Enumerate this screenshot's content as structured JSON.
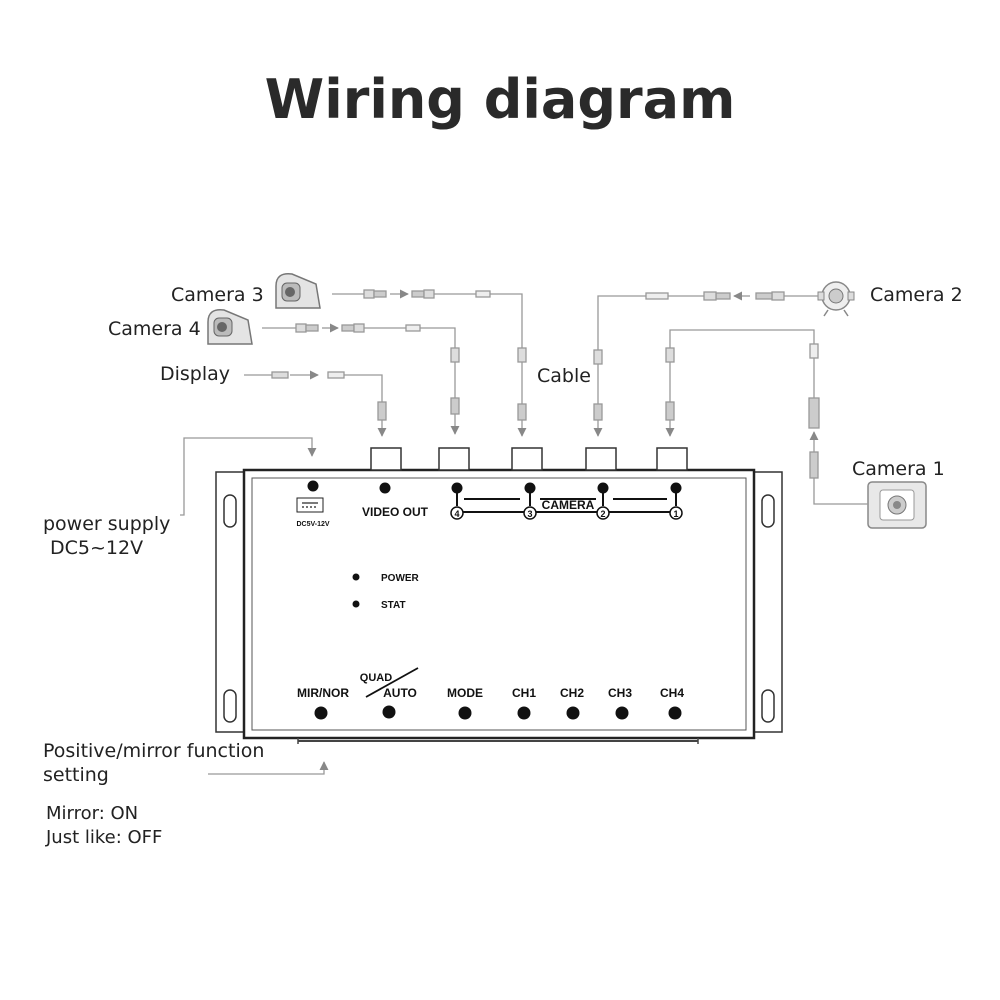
{
  "title": "Wiring diagram",
  "labels": {
    "camera1": "Camera 1",
    "camera2": "Camera 2",
    "camera3": "Camera 3",
    "camera4": "Camera 4",
    "display": "Display",
    "cable": "Cable",
    "power_supply_line1": "power supply",
    "power_supply_line2": "DC5~12V",
    "function_line1": "Positive/mirror function",
    "function_line2": "setting",
    "mirror_on": "Mirror: ON",
    "just_like_off": "Just like: OFF"
  },
  "device": {
    "power_port": "DC5V-12V",
    "video_out": "VIDEO OUT",
    "camera_group": "CAMERA",
    "port_numbers": [
      "4",
      "3",
      "2",
      "1"
    ],
    "indicators": [
      "POWER",
      "STAT"
    ],
    "quad": "QUAD",
    "buttons": [
      "MIR/NOR",
      "AUTO",
      "MODE",
      "CH1",
      "CH2",
      "CH3",
      "CH4"
    ]
  }
}
